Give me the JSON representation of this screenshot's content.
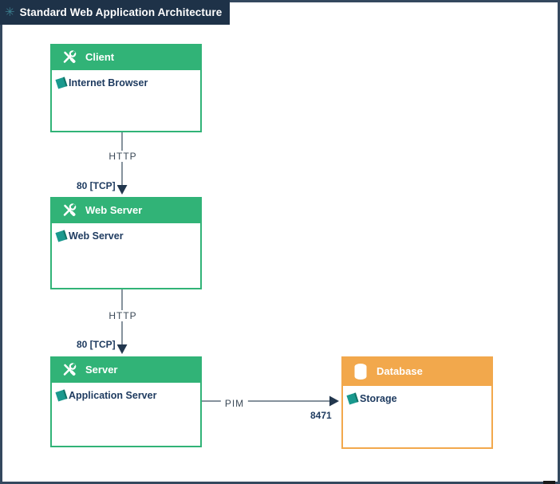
{
  "title": "Standard Web Application Architecture",
  "colors": {
    "titlebar_navy": "#1e3248",
    "frame_border": "#34485e",
    "node_green": "#31b377",
    "node_orange": "#f2a84c",
    "component_teal": "#1a998e",
    "text_navy": "#1d3a5f",
    "connector_gray": "#5d6d7c",
    "arrowhead_navy": "#22374e"
  },
  "title_icon": "model-asterisk",
  "nodes": [
    {
      "id": "client",
      "header": "Client",
      "header_icon": "tools",
      "item": "Internet Browser",
      "color": "green"
    },
    {
      "id": "web-server",
      "header": "Web Server",
      "header_icon": "tools",
      "item": "Web Server",
      "color": "green"
    },
    {
      "id": "server",
      "header": "Server",
      "header_icon": "tools",
      "item": "Application Server",
      "color": "green"
    },
    {
      "id": "database",
      "header": "Database",
      "header_icon": "cylinder",
      "item": "Storage",
      "color": "orange"
    }
  ],
  "edges": [
    {
      "from": "client",
      "to": "web-server",
      "protocol": "HTTP",
      "port": "80 [TCP]"
    },
    {
      "from": "web-server",
      "to": "server",
      "protocol": "HTTP",
      "port": "80 [TCP]"
    },
    {
      "from": "server",
      "to": "database",
      "protocol": "PIM",
      "port": "8471"
    }
  ]
}
